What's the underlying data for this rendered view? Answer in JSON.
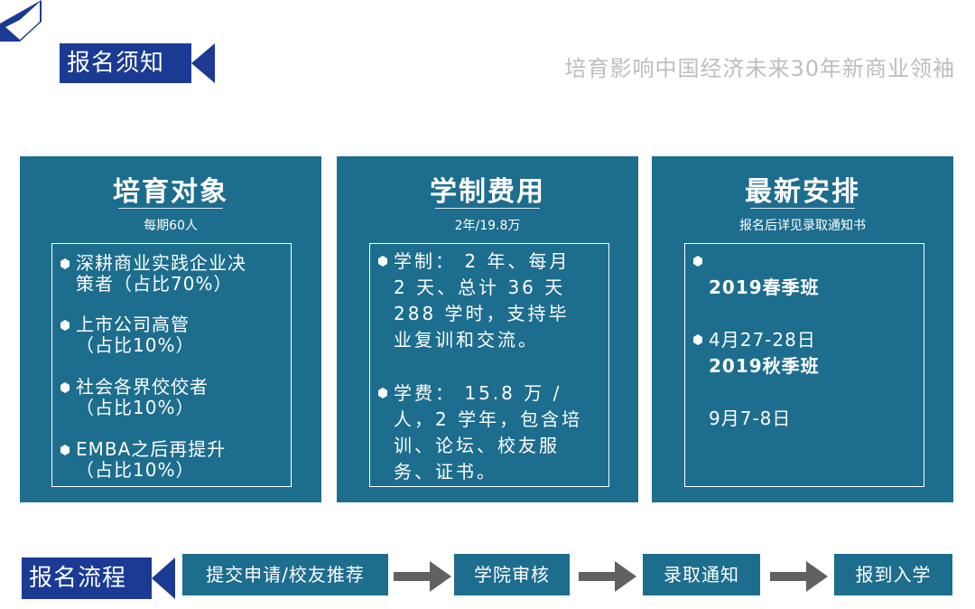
{
  "header": {
    "notice_tag": "报名须知",
    "slogan": "培育影响中国经济未来30年新商业领袖"
  },
  "colors": {
    "navy": "#1a3a94",
    "teal": "#1d6d8e",
    "arrow_gray": "#616161",
    "slogan_gray": "#bdbdbd"
  },
  "panels": [
    {
      "title": "培育对象",
      "subtitle": "每期60人",
      "items": [
        "深耕商业实践企业决\n策者（占比70%）",
        "上市公司高管\n（占比10%）",
        "社会各界佼佼者\n（占比10%）",
        "EMBA之后再提升\n（占比10%）"
      ]
    },
    {
      "title": "学制费用",
      "subtitle": "2年/19.8万",
      "items": [
        "学制： 2 年、每月\n2 天、总计 36 天\n288 学时，支持毕\n业复训和交流。",
        "学费： 15.8 万 /\n人，2 学年，包含培\n训、论坛、校友服\n务、证书。"
      ]
    },
    {
      "title": "最新安排",
      "subtitle": "报名后详见录取通知书",
      "items": [
        {
          "name": "2019春季班",
          "date": "4月27-28日"
        },
        {
          "name": "2019秋季班",
          "date": "9月7-8日"
        }
      ]
    }
  ],
  "process": {
    "tag": "报名流程",
    "steps": [
      "提交申请/校友推荐",
      "学院审核",
      "录取通知",
      "报到入学"
    ]
  },
  "icons": {
    "bullet": "hexagon-bullet-icon",
    "arrow": "right-arrow-icon",
    "corner": "corner-chevron-icon"
  }
}
